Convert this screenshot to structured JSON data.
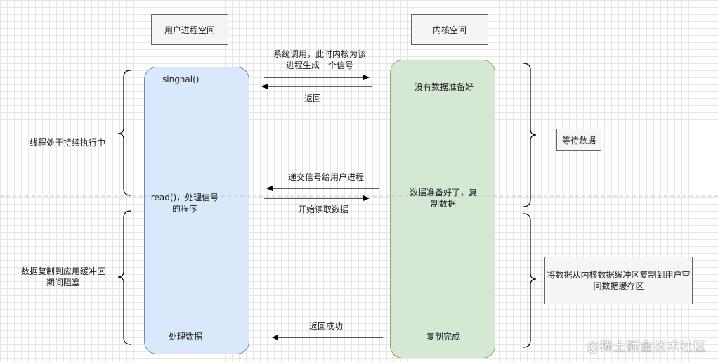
{
  "headers": {
    "user_space": "用户进程空间",
    "kernel_space": "内核空间"
  },
  "user_lane": {
    "signal": "singnal()",
    "read_line1": "read()，处理信号",
    "read_line2": "的程序",
    "process": "处理数据"
  },
  "kernel_lane": {
    "no_data": "没有数据准备好",
    "ready_line1": "数据准备好了，复",
    "ready_line2": "制数据",
    "copy_done": "复制完成"
  },
  "arrows": {
    "syscall_line1": "系统调用，此时内核为该",
    "syscall_line2": "进程生成一个信号",
    "return": "返回",
    "deliver_signal": "递交信号给用户进程",
    "start_read": "开始读取数据",
    "return_success": "返回成功"
  },
  "left_notes": {
    "running": "线程处于持续执行中",
    "blocked_line1": "数据复制到应用缓冲区",
    "blocked_line2": "期间阻塞"
  },
  "right_notes": {
    "wait_data": "等待数据",
    "copy_line1": "将数据从内核数据缓冲区复制到用户空",
    "copy_line2": "间数据缓存区"
  },
  "watermark": "@稀土掘金技术社区",
  "colors": {
    "user_fill": "#dae8fc",
    "user_stroke": "#6c8ebf",
    "kernel_fill": "#d5e8d4",
    "kernel_stroke": "#82b366"
  }
}
